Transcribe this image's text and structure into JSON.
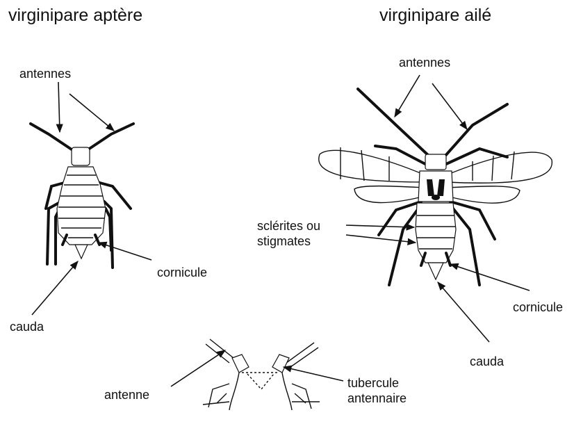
{
  "titles": {
    "apterous": "virginipare aptère",
    "winged": "virginipare ailé"
  },
  "apterous_labels": {
    "antennes": "antennes",
    "cornicule": "cornicule",
    "cauda": "cauda"
  },
  "winged_labels": {
    "antennes": "antennes",
    "sclerites_line1": "sclérites ou",
    "sclerites_line2": "stigmates",
    "cornicule": "cornicule",
    "cauda": "cauda"
  },
  "head_detail_labels": {
    "antenne": "antenne",
    "tubercule_line1": "tubercule",
    "tubercule_line2": "antennaire"
  }
}
